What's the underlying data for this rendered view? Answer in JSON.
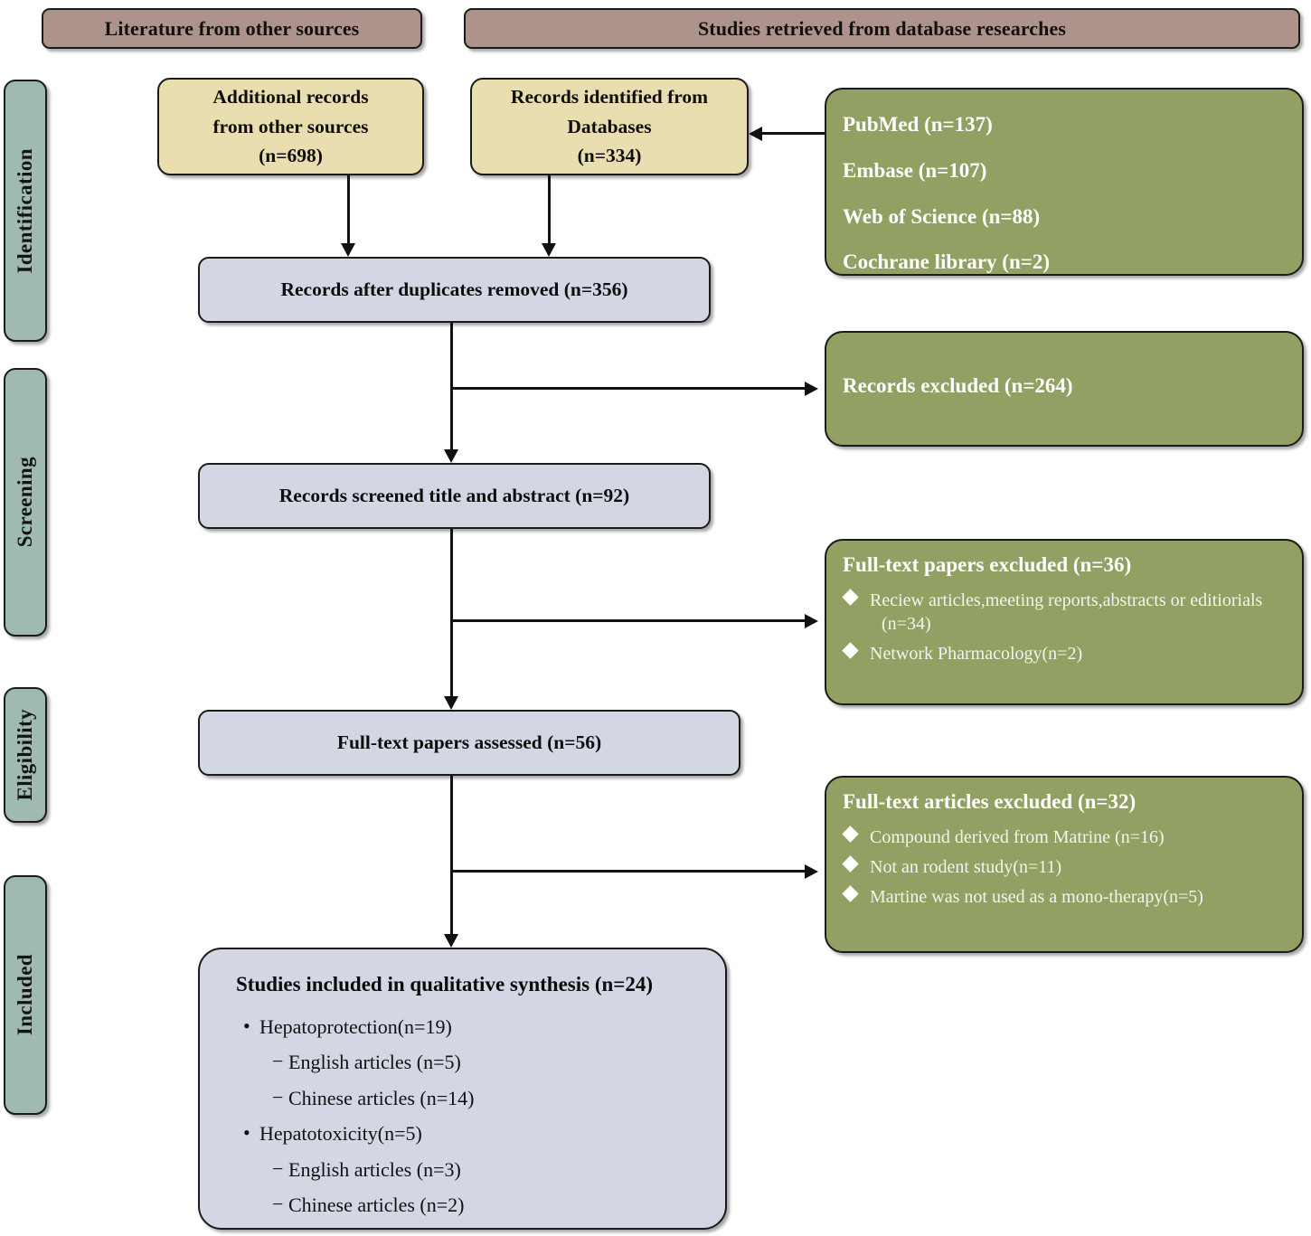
{
  "headers": {
    "left": "Literature from other sources",
    "right": "Studies retrieved from database researches"
  },
  "stages": [
    {
      "label": "Identification"
    },
    {
      "label": "Screening"
    },
    {
      "label": "Eligibility"
    },
    {
      "label": "Included"
    }
  ],
  "nodes": {
    "additional_records": {
      "line1": "Additional records",
      "line2": "from other sources",
      "line3": "(n=698)"
    },
    "identified_databases": {
      "line1": "Records identified from",
      "line2": "Databases",
      "line3": "(n=334)"
    },
    "databases": {
      "items": [
        "PubMed (n=137)",
        "Embase (n=107)",
        "Web of Science (n=88)",
        "Cochrane library (n=2)"
      ]
    },
    "after_duplicates": "Records after duplicates removed (n=356)",
    "records_excluded": "Records excluded (n=264)",
    "screened_title_abstract": "Records screened title and abstract (n=92)",
    "fulltext_papers_excluded": {
      "title": "Full-text papers excluded (n=36)",
      "reasons": [
        {
          "text": "Reciew articles,meeting reports,abstracts or editiorials",
          "cont": "(n=34)"
        },
        {
          "text": "Network Pharmacology(n=2)",
          "cont": ""
        }
      ]
    },
    "fulltext_assessed": "Full-text papers assessed (n=56)",
    "fulltext_articles_excluded": {
      "title": "Full-text articles excluded (n=32)",
      "reasons": [
        {
          "text": "Compound derived from Matrine (n=16)",
          "cont": ""
        },
        {
          "text": "Not an rodent study(n=11)",
          "cont": ""
        },
        {
          "text": "Martine was not used as a mono-therapy(n=5)",
          "cont": ""
        }
      ]
    },
    "included_studies": {
      "title": "Studies included in qualitative synthesis (n=24)",
      "items": [
        {
          "level": 1,
          "bullet": "•",
          "text": "Hepatoprotection(n=19)"
        },
        {
          "level": 2,
          "bullet": "−",
          "text": "English articles (n=5)"
        },
        {
          "level": 2,
          "bullet": "−",
          "text": "Chinese articles (n=14)"
        },
        {
          "level": 1,
          "bullet": "•",
          "text": "Hepatotoxicity(n=5)"
        },
        {
          "level": 2,
          "bullet": "−",
          "text": "English articles (n=3)"
        },
        {
          "level": 2,
          "bullet": "−",
          "text": "Chinese articles (n=2)"
        }
      ]
    }
  },
  "colors": {
    "header_bar": "#ad938c",
    "stage_tab": "#9fbab2",
    "cream_box": "#e8deb0",
    "grey_box": "#d3d7e3",
    "green_box": "#93a063",
    "line": "#111111"
  }
}
